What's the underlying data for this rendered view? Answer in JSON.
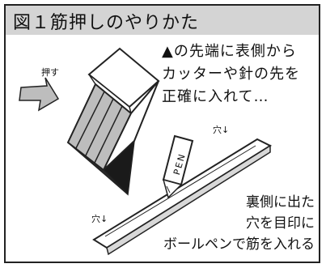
{
  "title": "図１筋押しのやりかた",
  "annotation_top": [
    "▲の先端に表側から",
    "カッターや針の先を",
    "正確に入れて…"
  ],
  "annotation_bottom": [
    "裏側に出た",
    "穴を目印に",
    "ボールペンで筋を入れる"
  ],
  "push_label": "押す",
  "hole_label_right": "穴↓",
  "hole_label_left": "穴↓",
  "pen_label": "PEN",
  "colors": {
    "title_bg": "#d4d4d4",
    "line": "#222222",
    "fill_dark": "#1a1a1a",
    "fill_grey": "#bdbdbd"
  }
}
